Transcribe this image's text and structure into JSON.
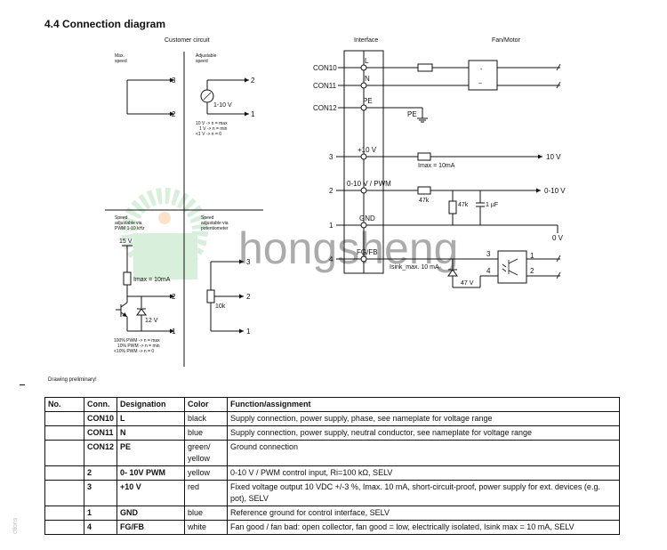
{
  "title": "4.4 Connection diagram",
  "diagram": {
    "customer_circuit": "Customer circuit",
    "interface": "Interface",
    "fan_motor": "Fan/Motor",
    "max_speed": [
      "Max.",
      "speed"
    ],
    "adjustable_speed": [
      "Adjustable",
      "speed"
    ],
    "speed_pwm": [
      "Speed",
      "adjustable via",
      "PWM 1-10 kHz"
    ],
    "speed_pot": [
      "Speed",
      "adjustable via",
      "potentiometer"
    ],
    "source_voltage": "1-10 V",
    "volt_notes": [
      "10 V -> n = max",
      "1 V -> n = min",
      "<1 V -> n = 0"
    ],
    "pwm_notes": [
      "100% PWM -> n = max",
      "10% PWM -> n = min",
      "<10% PWM -> n = 0"
    ],
    "v15": "15 V",
    "imax_left": "Imax = 10mA",
    "zener_left": "12 V",
    "pot_value": "10k",
    "con_labels": [
      "CON10",
      "CON11",
      "CON12"
    ],
    "pin_labels": [
      "3",
      "2",
      "1",
      "4"
    ],
    "port_labels": [
      "L",
      "N",
      "PE",
      "+10 V",
      "0-10 V / PWM",
      "GND",
      "FG/FB"
    ],
    "pe_ground": "PE",
    "imax_right": "Imax = 10mA",
    "out_10v": "10 V",
    "out_0_10v": "0-10 V",
    "out_0v": "0 V",
    "r47k_a": "47k",
    "r47k_b": "47k",
    "cap": "1 µF",
    "isink": "Isink_max. 10 mA",
    "zener_right": "47 V",
    "opto_pins": [
      "3",
      "4",
      "1",
      "2"
    ],
    "left_pins": [
      "3",
      "2",
      "1"
    ],
    "watermark": "hongsheng"
  },
  "note": "Drawing preliminary!",
  "side_text": "ctions",
  "table": {
    "headers": [
      "No.",
      "Conn.",
      "Designation",
      "Color",
      "Function/assignment"
    ],
    "rows": [
      [
        "",
        "CON10",
        "L",
        "black",
        "Supply connection, power supply, phase, see nameplate for voltage range"
      ],
      [
        "",
        "CON11",
        "N",
        "blue",
        "Supply connection, power supply, neutral conductor, see nameplate for voltage range"
      ],
      [
        "",
        "CON12",
        "PE",
        "green/ yellow",
        "Ground connection"
      ],
      [
        "",
        "2",
        "0- 10V PWM",
        "yellow",
        "0-10 V / PWM control input, Ri=100 kΩ, SELV"
      ],
      [
        "",
        "3",
        "+10 V",
        "red",
        "Fixed voltage output 10 VDC +/-3 %, Imax. 10 mA, short-circuit-proof, power supply for ext. devices (e.g. pot), SELV"
      ],
      [
        "",
        "1",
        "GND",
        "blue",
        "Reference ground for control interface, SELV"
      ],
      [
        "",
        "4",
        "FG/FB",
        "white",
        "Fan good / fan bad: open collector, fan good = low, electrically isolated, Isink max = 10 mA, SELV"
      ]
    ]
  }
}
